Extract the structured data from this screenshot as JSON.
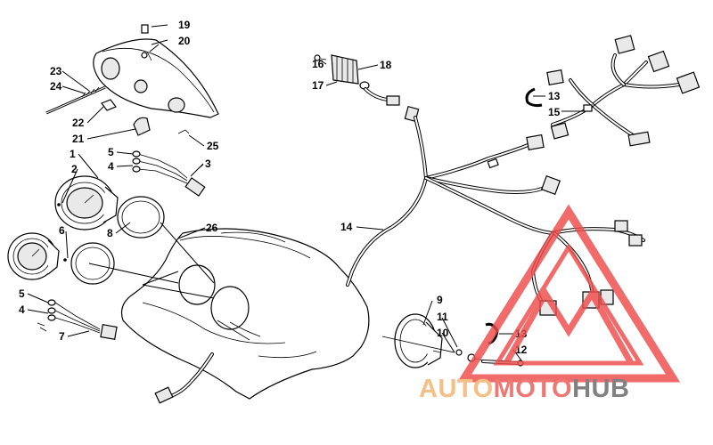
{
  "callouts": [
    {
      "id": "c19",
      "label": "19"
    },
    {
      "id": "c20",
      "label": "20"
    },
    {
      "id": "c23",
      "label": "23"
    },
    {
      "id": "c24",
      "label": "24"
    },
    {
      "id": "c22",
      "label": "22"
    },
    {
      "id": "c21",
      "label": "21"
    },
    {
      "id": "c25",
      "label": "25"
    },
    {
      "id": "c1",
      "label": "1"
    },
    {
      "id": "c2",
      "label": "2"
    },
    {
      "id": "c5a",
      "label": "5"
    },
    {
      "id": "c4a",
      "label": "4"
    },
    {
      "id": "c3",
      "label": "3"
    },
    {
      "id": "c8",
      "label": "8"
    },
    {
      "id": "c26",
      "label": "26"
    },
    {
      "id": "c6",
      "label": "6"
    },
    {
      "id": "c5b",
      "label": "5"
    },
    {
      "id": "c4b",
      "label": "4"
    },
    {
      "id": "c7",
      "label": "7"
    },
    {
      "id": "c16",
      "label": "16"
    },
    {
      "id": "c17",
      "label": "17"
    },
    {
      "id": "c18",
      "label": "18"
    },
    {
      "id": "c13a",
      "label": "13"
    },
    {
      "id": "c15",
      "label": "15"
    },
    {
      "id": "c14",
      "label": "14"
    },
    {
      "id": "c9",
      "label": "9"
    },
    {
      "id": "c11",
      "label": "11"
    },
    {
      "id": "c10",
      "label": "10"
    },
    {
      "id": "c13b",
      "label": "13"
    },
    {
      "id": "c12",
      "label": "12"
    }
  ],
  "watermark": {
    "part1": "AUTO",
    "part2": "MOTO",
    "part3": "HUB",
    "color1": "#f2b36b",
    "color2": "#e95a55",
    "color3": "#666666",
    "triangle_color": "#ee4b4b"
  }
}
